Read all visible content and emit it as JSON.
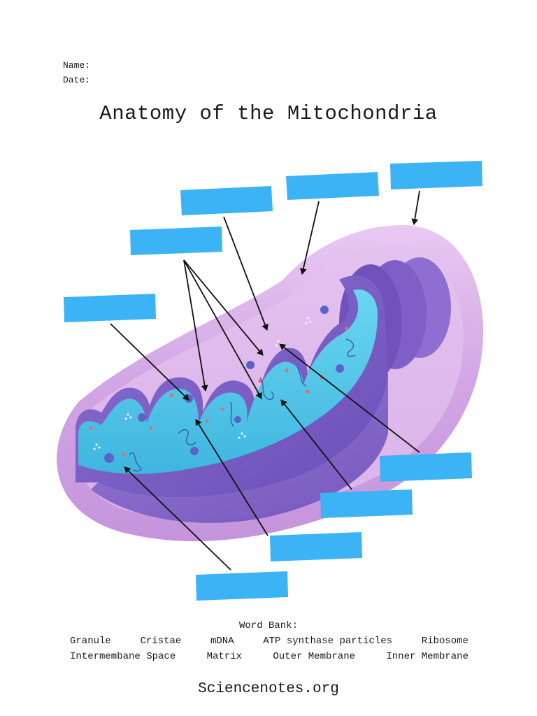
{
  "header": {
    "name_label": "Name:",
    "date_label": "Date:"
  },
  "title": "Anatomy of the Mitochondria",
  "diagram": {
    "label_color": "#3bb3f5",
    "outer_membrane_color": "#d9b3e8",
    "inner_membrane_color": "#5a3fa0",
    "matrix_color": "#4cc4e6",
    "granule_color": "#5b63c8",
    "ribosome_color": "#e86a6a"
  },
  "word_bank": {
    "title": "Word Bank:",
    "row1": [
      "Granule",
      "Cristae",
      "mDNA",
      "ATP synthase particles",
      "Ribosome"
    ],
    "row2": [
      "Intermembane Space",
      "Matrix",
      "Outer Membrane",
      "Inner Membrane"
    ]
  },
  "footer": "Sciencenotes.org"
}
